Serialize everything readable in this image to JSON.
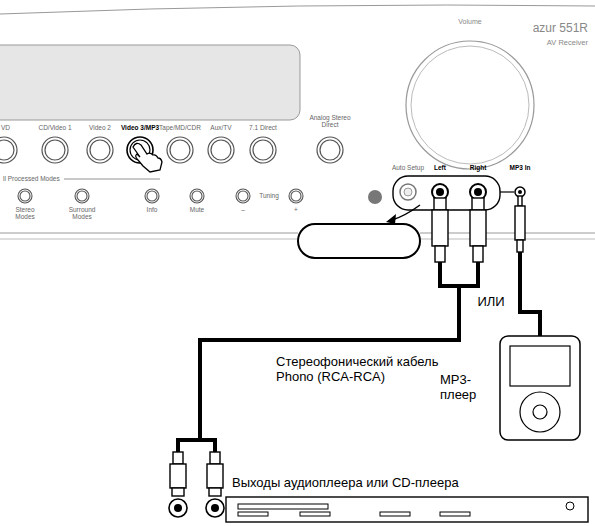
{
  "diagram": {
    "labels": [
      "VD",
      "CD/Video 1",
      "Video 2",
      "Video 3/MP3",
      "Tape/MD/CDR",
      "Aux/TV",
      "7.1 Direct",
      "Analog Stereo Direct",
      "Volume",
      "azur 551R",
      "AV Receiver",
      "ll Processed Modes",
      "Stereo Modes",
      "Surround Modes",
      "Info",
      "Mute",
      "–",
      "Tuning",
      "+",
      "Auto Setup",
      "Left",
      "Right",
      "MP3 In",
      "ИЛИ",
      "Стереофонический кабель Phono (RCA-RCA)",
      "MP3- плеер",
      "Выходы аудиоплеера или CD-плеера"
    ]
  }
}
